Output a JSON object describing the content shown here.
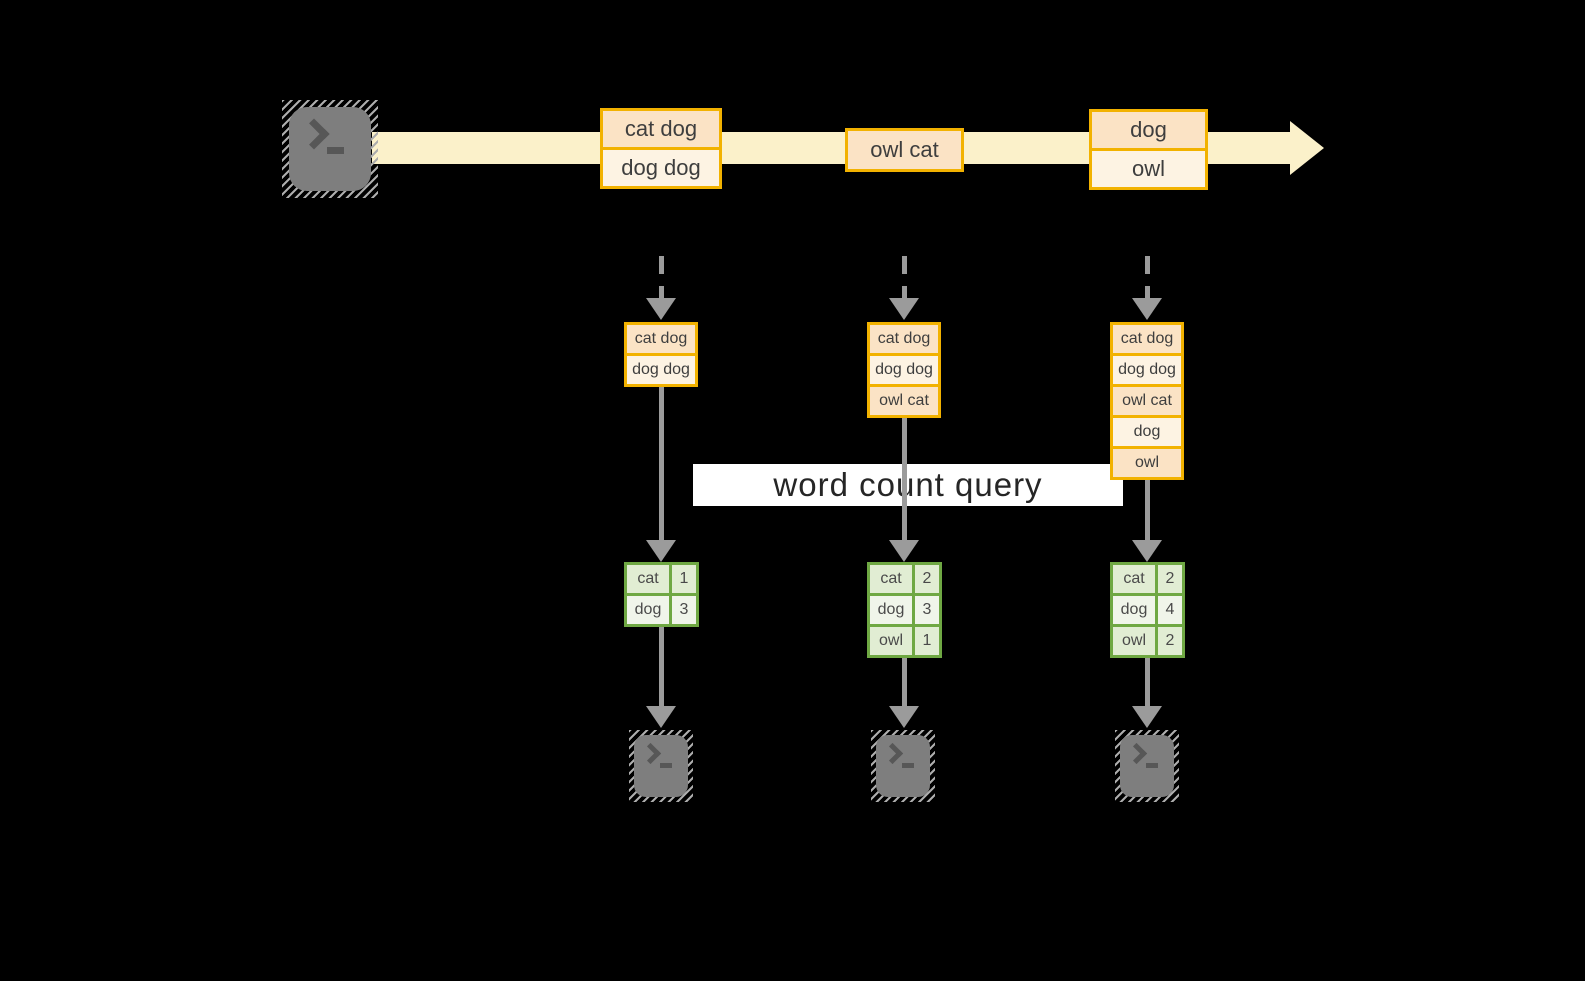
{
  "banner": {
    "label": "word count query"
  },
  "stream": {
    "events": [
      {
        "lines": [
          "cat dog",
          "dog dog"
        ]
      },
      {
        "lines": [
          "owl cat"
        ]
      },
      {
        "lines": [
          "dog",
          "owl"
        ]
      }
    ]
  },
  "pipelines": [
    {
      "buffer": [
        "cat dog",
        "dog dog"
      ],
      "counts": [
        {
          "word": "cat",
          "value": "1"
        },
        {
          "word": "dog",
          "value": "3"
        }
      ]
    },
    {
      "buffer": [
        "cat dog",
        "dog dog",
        "owl cat"
      ],
      "counts": [
        {
          "word": "cat",
          "value": "2"
        },
        {
          "word": "dog",
          "value": "3"
        },
        {
          "word": "owl",
          "value": "1"
        }
      ]
    },
    {
      "buffer": [
        "cat dog",
        "dog dog",
        "owl cat",
        "dog",
        "owl"
      ],
      "counts": [
        {
          "word": "cat",
          "value": "2"
        },
        {
          "word": "dog",
          "value": "4"
        },
        {
          "word": "owl",
          "value": "2"
        }
      ]
    }
  ],
  "icons": {
    "source": "terminal-icon",
    "sinks": [
      "terminal-icon",
      "terminal-icon",
      "terminal-icon"
    ]
  },
  "colors": {
    "background": "#000000",
    "stream_band": "#FBF1CA",
    "event_border": "#F2B200",
    "event_fill_dark": "#FBE3C5",
    "event_fill_light": "#FDF3E3",
    "table_border": "#6FA843",
    "table_row_dark": "#E1EDD3",
    "table_row_light": "#F0F5EA",
    "arrow_gray": "#9B9B9B",
    "terminal_gray": "#7E7E7E",
    "banner_bg": "#FFFFFF",
    "text": "#3E3E3E"
  }
}
